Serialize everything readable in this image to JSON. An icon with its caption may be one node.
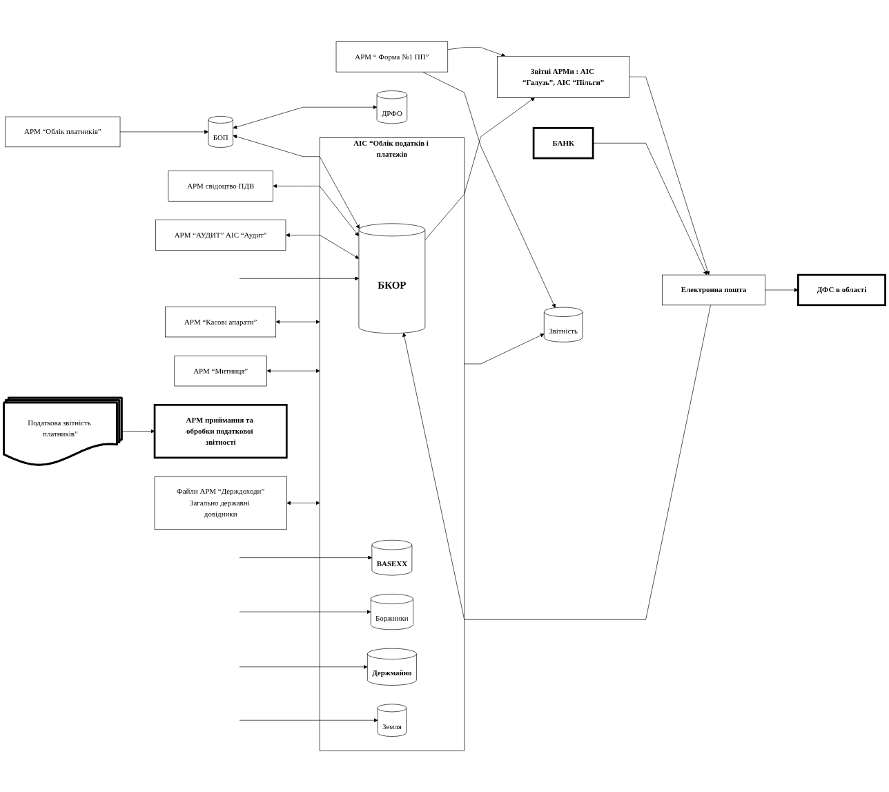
{
  "diagram": {
    "nodes": [
      {
        "text": [
          "БОП"
        ]
      },
      {
        "text": [
          "ДРФО"
        ]
      },
      {
        "text": [
          "АРМ “Облік платників”"
        ]
      },
      {
        "text": [
          "АІС “Облік податків і платежів"
        ]
      },
      {
        "text": [
          "БКОР"
        ],
        "in": 3
      },
      {
        "text": [
          "BASEXX"
        ],
        "in": 3
      },
      {
        "text": [
          "Боржники"
        ],
        "in": 3
      },
      {
        "text": [
          "Держмайно"
        ],
        "in": 3
      },
      {
        "text": [
          "Земля"
        ],
        "in": 3
      },
      {
        "text": [
          "ДФС в області"
        ]
      },
      {
        "text": [
          "БАНК"
        ]
      },
      {
        "text": [
          "Електронна пошта"
        ]
      },
      {
        "text": [
          "АРМ свідоцтво ПДВ"
        ]
      },
      {
        "text": [
          "АРМ “АУДИТ” АІС “Аудит”"
        ]
      },
      {
        "text": [
          "АРМ “Касові апарати”"
        ]
      },
      {
        "text": [
          "Звітні АРМи : АІС “Галузь”, АІС “Пільги”"
        ]
      },
      {
        "text": [
          "АРМ “Митниця”"
        ]
      },
      {
        "text": [
          "Звітність"
        ]
      },
      {
        "text": [
          "АРМ “ Форма №1 ПП”"
        ]
      },
      {
        "text": [
          "Файли АРМ “Держдоходи”",
          "Загально державні довідники"
        ]
      },
      {
        "text": [
          "Податкова звітність платників”"
        ]
      },
      {
        "text": [
          "АРМ приймання та обробки податкової звітності"
        ]
      }
    ],
    "edges": [
      {
        "from": 2,
        "to": 0,
        "arrow": "to"
      },
      {
        "from": 0,
        "to": 1,
        "arrow": "both"
      },
      {
        "from": 0,
        "to": 4,
        "arrow": "both"
      },
      {
        "from": 12,
        "to": 4,
        "arrow": "both"
      },
      {
        "from": 13,
        "to": 4,
        "arrow": "both"
      },
      {
        "from": null,
        "to": 4,
        "arrow": "to"
      },
      {
        "from": null,
        "to": 5,
        "arrow": "to"
      },
      {
        "from": null,
        "to": 6,
        "arrow": "to"
      },
      {
        "from": null,
        "to": 7,
        "arrow": "to"
      },
      {
        "from": null,
        "to": 8,
        "arrow": "to"
      },
      {
        "from": 14,
        "to": 3,
        "arrow": "both"
      },
      {
        "from": 16,
        "to": 3,
        "arrow": "both"
      },
      {
        "from": 19,
        "to": 3,
        "arrow": "both"
      },
      {
        "from": 3,
        "to": 17,
        "arrow": "to"
      },
      {
        "from": 18,
        "to": 17,
        "arrow": "to"
      },
      {
        "from": 18,
        "to": 15,
        "arrow": "to"
      },
      {
        "from": 15,
        "to": 11,
        "arrow": "to"
      },
      {
        "from": 10,
        "to": 11,
        "arrow": "to"
      },
      {
        "from": 11,
        "to": 9,
        "arrow": "to"
      },
      {
        "from": 11,
        "to": 4,
        "arrow": "to"
      },
      {
        "from": 4,
        "to": 15,
        "arrow": "to"
      },
      {
        "from": 20,
        "to": 21,
        "arrow": "to"
      }
    ]
  }
}
